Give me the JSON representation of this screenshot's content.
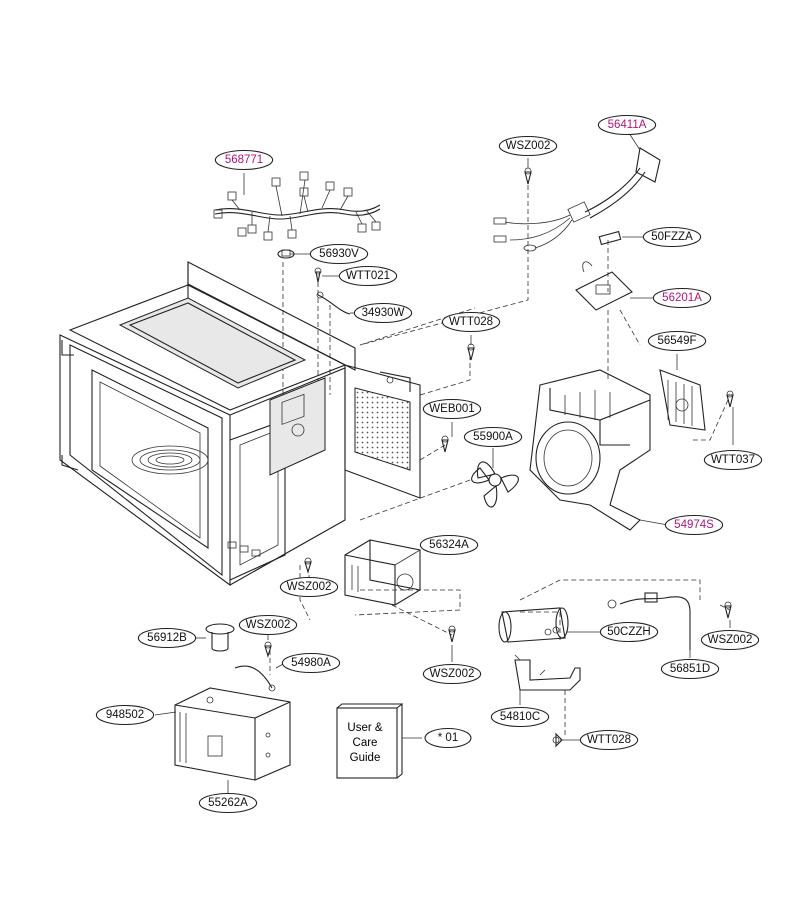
{
  "colors": {
    "callout_text": "#111111",
    "highlight_text": "#b0157a",
    "line": "#222222"
  },
  "callouts": [
    {
      "id": "568771",
      "label": "568771",
      "highlight": true
    },
    {
      "id": "56930V",
      "label": "56930V",
      "highlight": false
    },
    {
      "id": "WTT021",
      "label": "WTT021",
      "highlight": false
    },
    {
      "id": "34930W",
      "label": "34930W",
      "highlight": false
    },
    {
      "id": "WTT028a",
      "label": "WTT028",
      "highlight": false
    },
    {
      "id": "WSZ002a",
      "label": "WSZ002",
      "highlight": false
    },
    {
      "id": "56411A",
      "label": "56411A",
      "highlight": true
    },
    {
      "id": "50FZZA",
      "label": "50FZZA",
      "highlight": false
    },
    {
      "id": "56201A",
      "label": "56201A",
      "highlight": true
    },
    {
      "id": "56549F",
      "label": "56549F",
      "highlight": false
    },
    {
      "id": "WEB001",
      "label": "WEB001",
      "highlight": false
    },
    {
      "id": "55900A",
      "label": "55900A",
      "highlight": false
    },
    {
      "id": "WTT037",
      "label": "WTT037",
      "highlight": false
    },
    {
      "id": "54974S",
      "label": "54974S",
      "highlight": true
    },
    {
      "id": "56324A",
      "label": "56324A",
      "highlight": false
    },
    {
      "id": "WSZ002b",
      "label": "WSZ002",
      "highlight": false
    },
    {
      "id": "56912B",
      "label": "56912B",
      "highlight": false
    },
    {
      "id": "WSZ002c",
      "label": "WSZ002",
      "highlight": false
    },
    {
      "id": "54980A",
      "label": "54980A",
      "highlight": false
    },
    {
      "id": "948502",
      "label": "948502",
      "highlight": false
    },
    {
      "id": "55262A",
      "label": "55262A",
      "highlight": false
    },
    {
      "id": "WSZ002d",
      "label": "WSZ002",
      "highlight": false
    },
    {
      "id": "50CZZH",
      "label": "50CZZH",
      "highlight": false
    },
    {
      "id": "WSZ002e",
      "label": "WSZ002",
      "highlight": false
    },
    {
      "id": "56851D",
      "label": "56851D",
      "highlight": false
    },
    {
      "id": "54810C",
      "label": "54810C",
      "highlight": false
    },
    {
      "id": "WTT028b",
      "label": "WTT028",
      "highlight": false
    },
    {
      "id": "01",
      "label": "* 01",
      "highlight": false
    }
  ],
  "manual": {
    "line1": "User &",
    "line2": "Care",
    "line3": "Guide"
  }
}
